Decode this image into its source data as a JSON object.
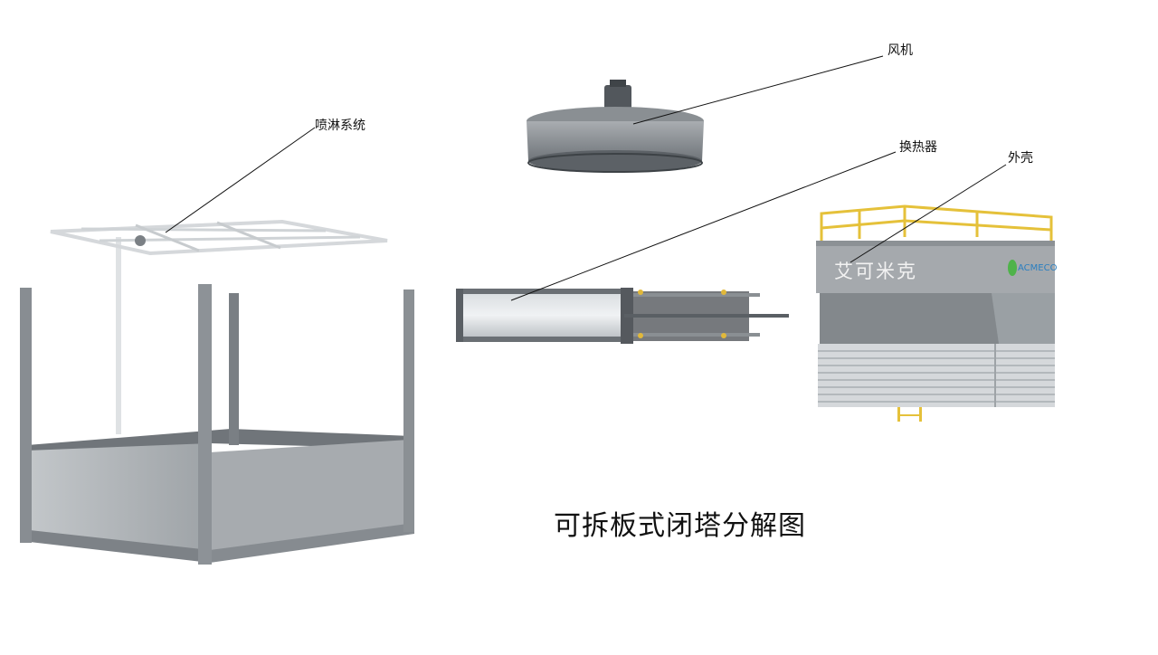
{
  "labels": {
    "fan": "风机",
    "spray": "喷淋系统",
    "heat_exchanger": "换热器",
    "casing": "外壳"
  },
  "brand": {
    "cn": "艾可米克",
    "en": "ACMECO"
  },
  "title": "可拆板式闭塔分解图",
  "colors": {
    "panel": "#a3a7ab",
    "frame": "#8b9094",
    "rail": "#e5c13a",
    "brand": "#2a7fc0"
  }
}
